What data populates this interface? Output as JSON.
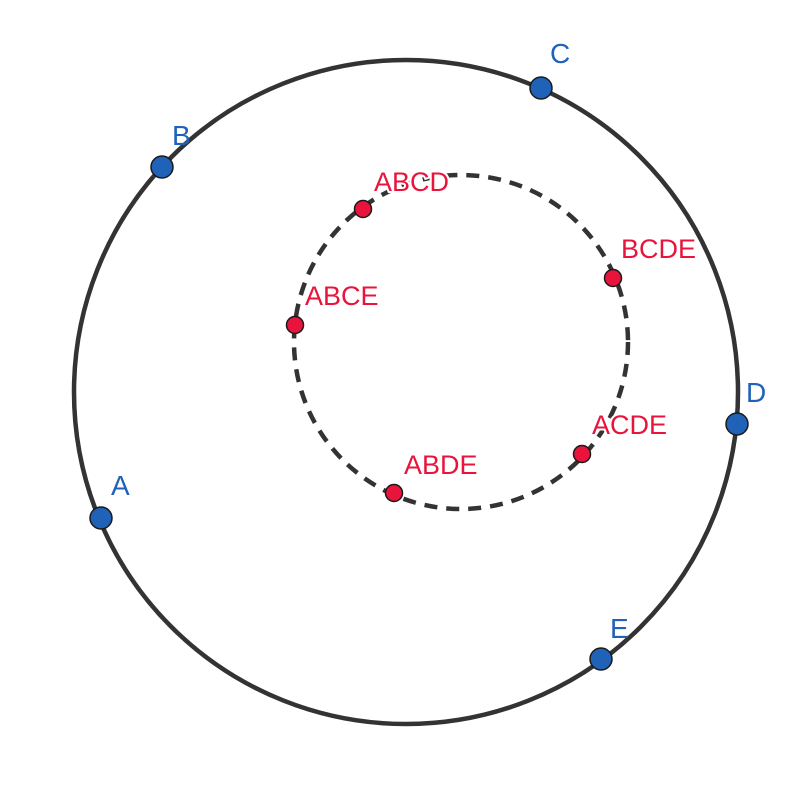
{
  "colors": {
    "outer_point": "#1f62b8",
    "outer_label": "#1f62b8",
    "inner_point": "#e8143c",
    "inner_label": "#e8143c",
    "circle_stroke": "#333333",
    "point_outline": "#1a1a1a"
  },
  "outer_points": [
    {
      "label": "A"
    },
    {
      "label": "B"
    },
    {
      "label": "C"
    },
    {
      "label": "D"
    },
    {
      "label": "E"
    }
  ],
  "inner_points": [
    {
      "label": "ABCD"
    },
    {
      "label": "BCDE"
    },
    {
      "label": "ABCE"
    },
    {
      "label": "ACDE"
    },
    {
      "label": "ABDE"
    }
  ]
}
